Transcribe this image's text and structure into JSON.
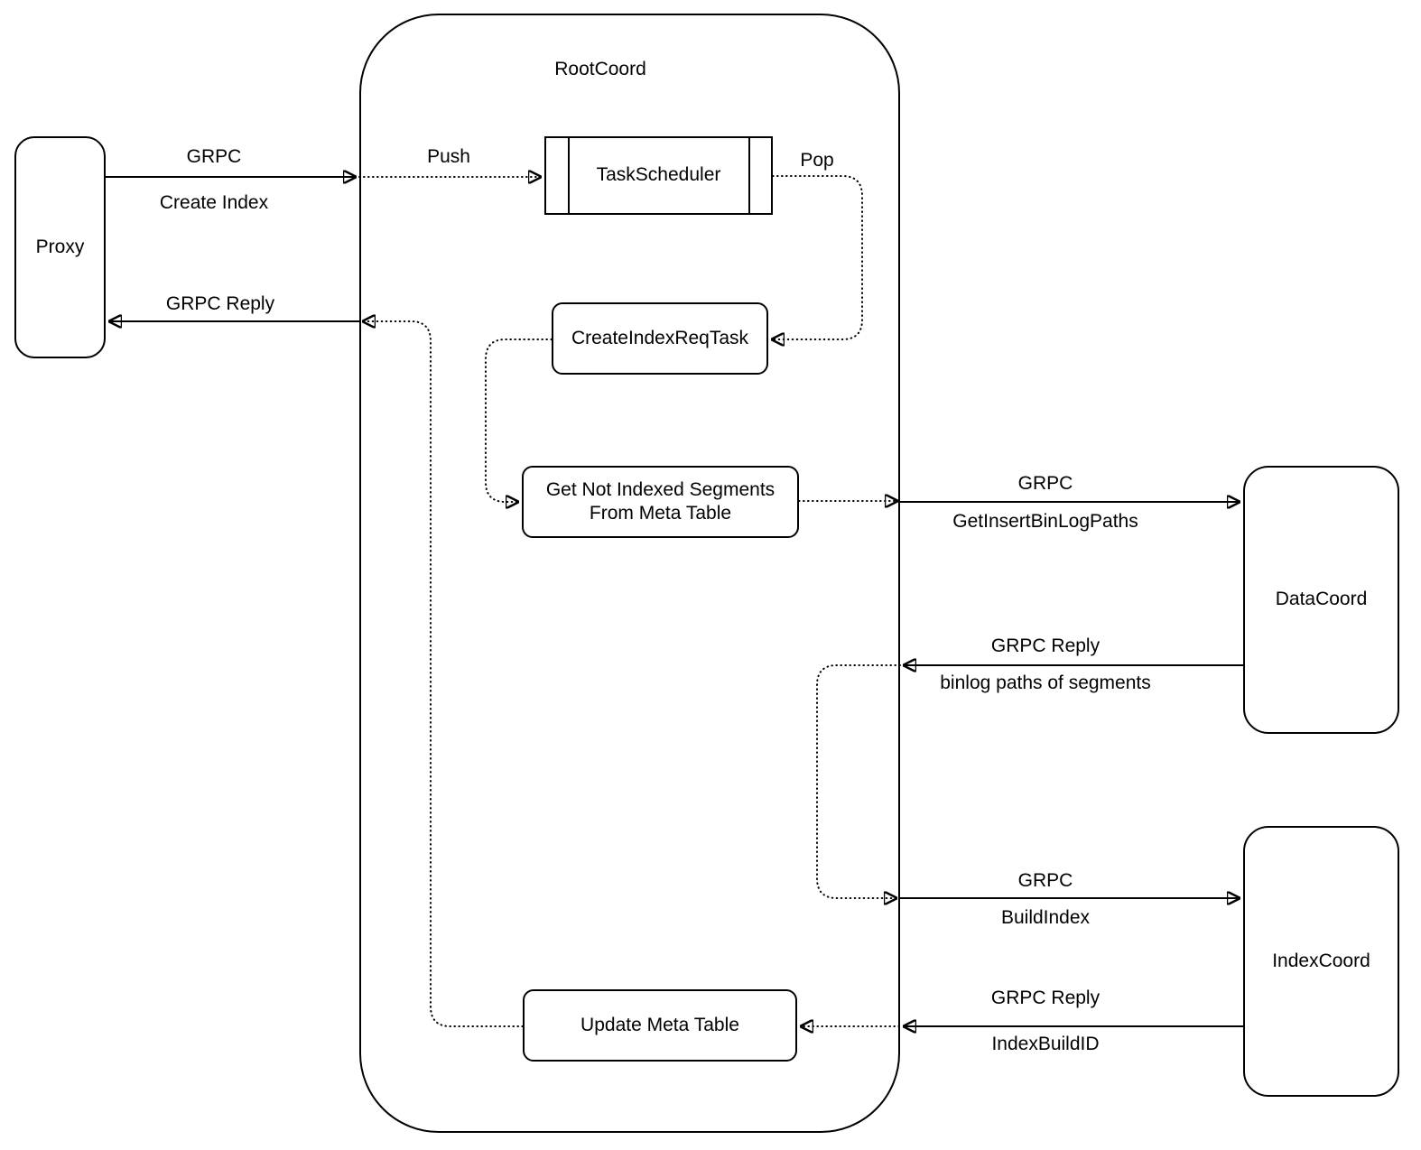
{
  "diagram": {
    "nodes": {
      "root_coord": {
        "label": "RootCoord"
      },
      "proxy": {
        "label": "Proxy"
      },
      "task_scheduler": {
        "label": "TaskScheduler"
      },
      "create_index_req_task": {
        "label": "CreateIndexReqTask"
      },
      "get_not_indexed_segments": {
        "line1": "Get Not Indexed Segments",
        "line2": "From Meta Table"
      },
      "update_meta_table": {
        "label": "Update Meta Table"
      },
      "data_coord": {
        "label": "DataCoord"
      },
      "index_coord": {
        "label": "IndexCoord"
      }
    },
    "edges": {
      "create_index": {
        "protocol": "GRPC",
        "detail": "Create Index"
      },
      "reply_to_proxy": {
        "protocol": "GRPC Reply"
      },
      "push": {
        "label": "Push"
      },
      "pop": {
        "label": "Pop"
      },
      "get_insert_binlog_paths": {
        "protocol": "GRPC",
        "detail": "GetInsertBinLogPaths"
      },
      "binlog_reply": {
        "protocol": "GRPC Reply",
        "detail": "binlog paths of segments"
      },
      "build_index": {
        "protocol": "GRPC",
        "detail": "BuildIndex"
      },
      "index_build_id_reply": {
        "protocol": "GRPC Reply",
        "detail": "IndexBuildID"
      }
    },
    "colors": {
      "stroke": "#000000",
      "background": "#ffffff"
    }
  }
}
